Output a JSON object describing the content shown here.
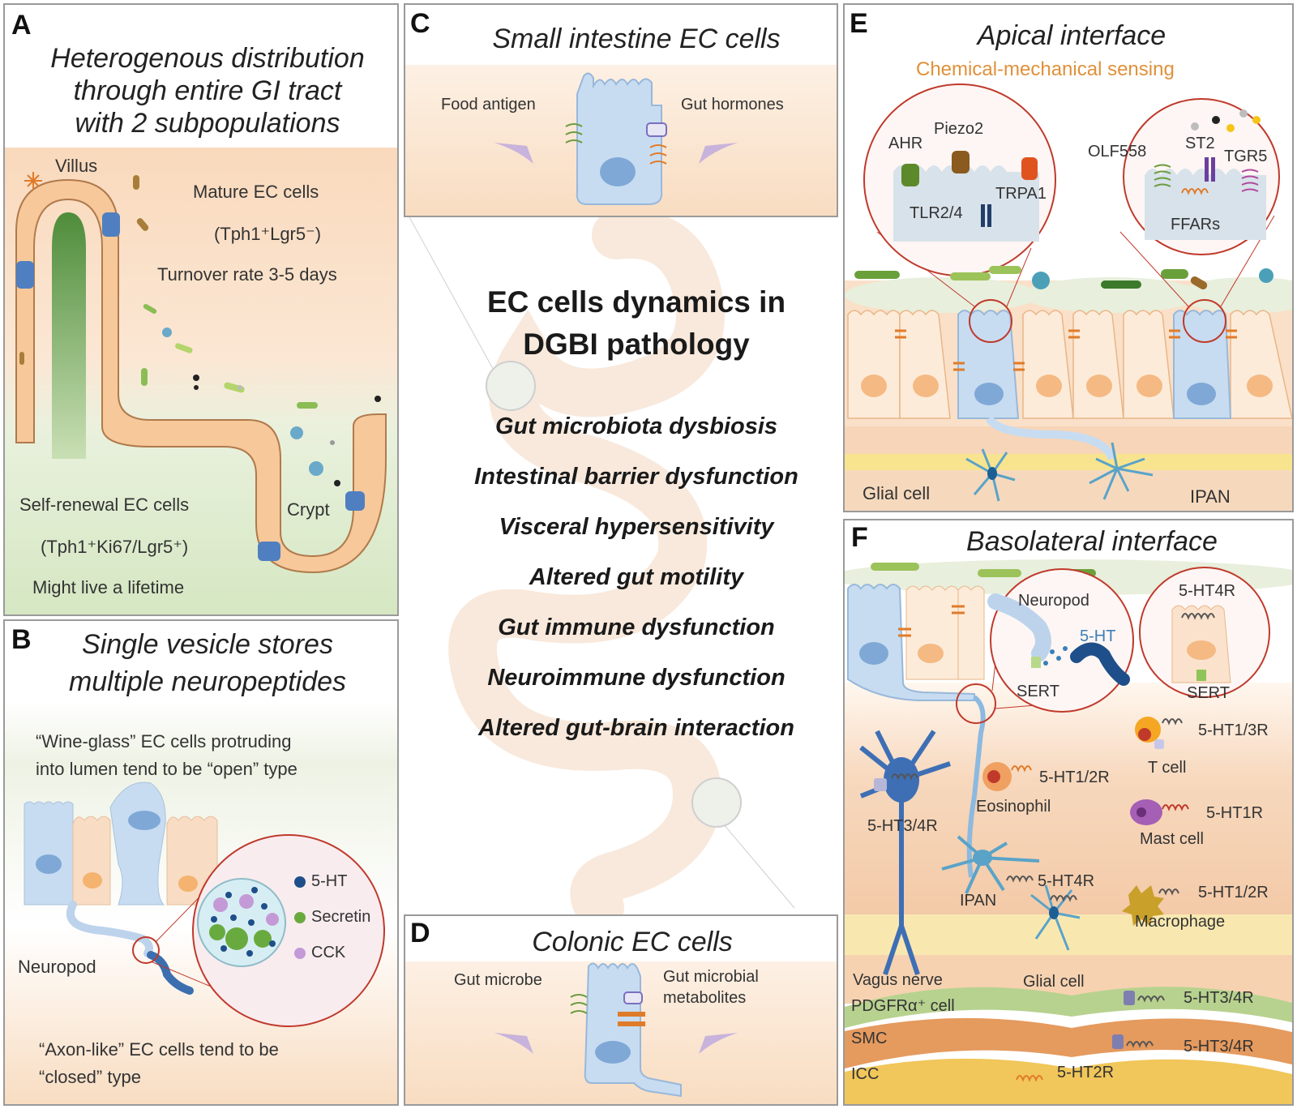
{
  "panelA": {
    "label": "A",
    "title_lines": [
      "Heterogenous distribution",
      "through entire GI tract",
      "with 2 subpopulations"
    ],
    "villus": "Villus",
    "mature": "Mature  EC cells",
    "mature_markers": "(Tph1⁺Lgr5⁻)",
    "turnover": "Turnover  rate 3-5 days",
    "crypt": "Crypt",
    "self_renewal": "Self-renewal  EC cells",
    "self_markers": "(Tph1⁺Ki67/Lgr5⁺)",
    "lifetime": "Might  live  a lifetime"
  },
  "panelB": {
    "label": "B",
    "title_lines": [
      "Single vesicle stores",
      "multiple neuropeptides"
    ],
    "wine_line1": "“Wine-glass”  EC cells  protruding",
    "wine_line2": "into lumen  tend to be  “open” type",
    "neuropod": "Neuropod",
    "legend": [
      "5-HT",
      "Secretin",
      "CCK"
    ],
    "axon_line1": "“Axon-like”  EC cells  tend to be",
    "axon_line2": "“closed” type"
  },
  "panelC": {
    "label": "C",
    "title": "Small intestine EC cells",
    "left": "Food antigen",
    "right": "Gut hormones"
  },
  "center": {
    "title_line1": "EC cells dynamics in",
    "title_line2": "DGBI pathology",
    "items": [
      "Gut microbiota dysbiosis",
      "Intestinal barrier dysfunction",
      "Visceral hypersensitivity",
      "Altered gut motility",
      "Gut immune dysfunction",
      "Neuroimmune dysfunction",
      "Altered gut-brain interaction"
    ]
  },
  "panelD": {
    "label": "D",
    "title": "Colonic EC cells",
    "left": "Gut microbe",
    "right_line1": "Gut microbial",
    "right_line2": "metabolites"
  },
  "panelE": {
    "label": "E",
    "title": "Apical interface",
    "subtitle": "Chemical-mechanical  sensing",
    "receptors_left": [
      "AHR",
      "Piezo2",
      "TRPA1",
      "TLR2/4"
    ],
    "receptors_right": [
      "OLF558",
      "ST2",
      "TGR5",
      "FFARs"
    ],
    "glial": "Glial  cell",
    "ipan": "IPAN"
  },
  "panelF": {
    "label": "F",
    "title": "Basolateral interface",
    "neuropod": "Neuropod",
    "ht": "5-HT",
    "sert1": "SERT",
    "sert2": "SERT",
    "r4_box": "5-HT4R",
    "t_cell_r": "5-HT1/3R",
    "t_cell": "T cell",
    "eos_r": "5-HT1/2R",
    "eosinophil": "Eosinophil",
    "vagus_r": "5-HT3/4R",
    "mast_r": "5-HT1R",
    "mast": "Mast cell",
    "ipan_r": "5-HT4R",
    "ipan": "IPAN",
    "macro_r": "5-HT1/2R",
    "macrophage": "Macrophage",
    "vagus": "Vagus nerve",
    "glial": "Glial cell",
    "pdgfr": "PDGFRα⁺ cell",
    "pdgfr_r": "5-HT3/4R",
    "smc": "SMC",
    "smc_r": "5-HT3/4R",
    "icc": "ICC",
    "icc_r": "5-HT2R"
  },
  "colors": {
    "cell_orange": "#f7c89a",
    "ec_blue": "#b8d4ee",
    "crypt_green": "#d7e8c6",
    "accent_orange": "#e07b2a",
    "circle_red": "#c0392b"
  }
}
